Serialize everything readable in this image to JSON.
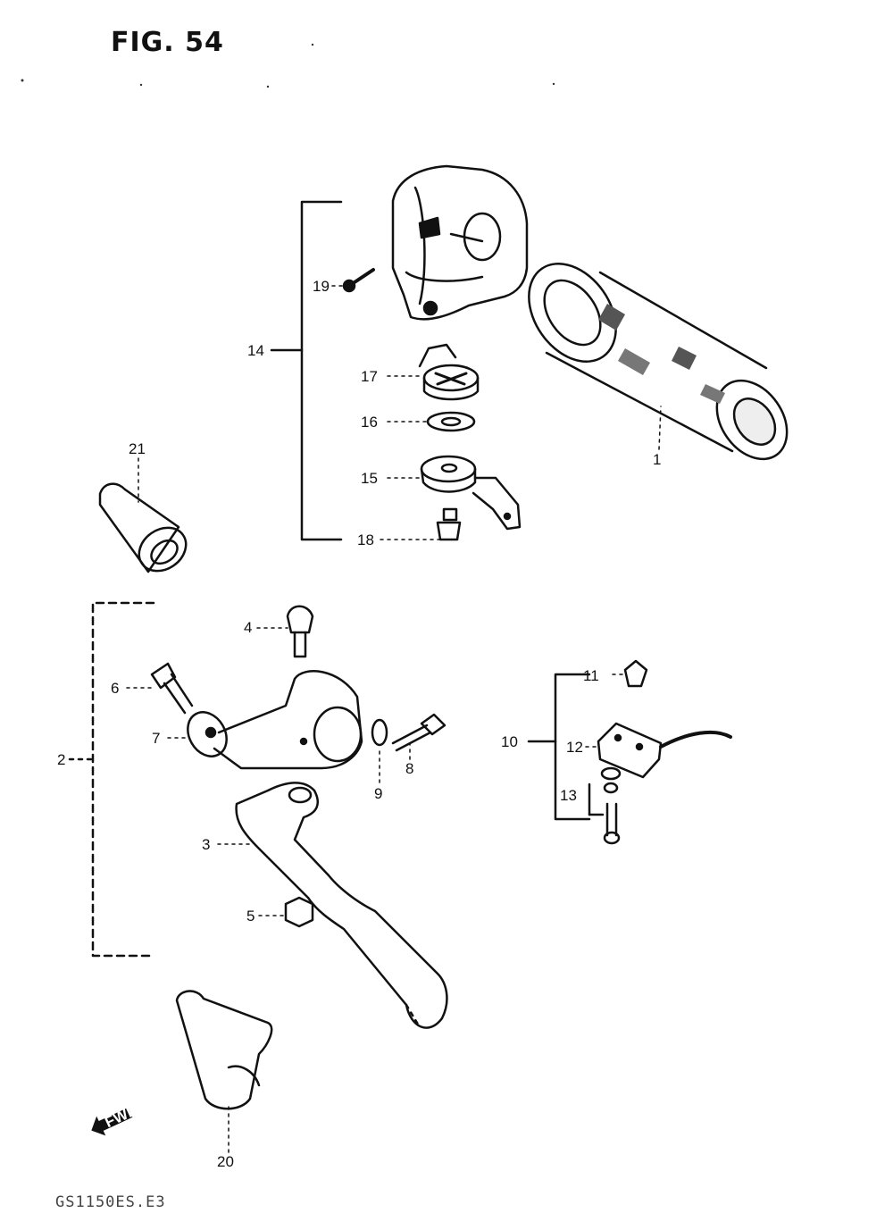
{
  "figure": {
    "title": "FIG. 54",
    "footer_code": "GS1150ES.E3"
  },
  "callouts": {
    "c1": "1",
    "c2": "2",
    "c3": "3",
    "c4": "4",
    "c5": "5",
    "c6": "6",
    "c7": "7",
    "c8": "8",
    "c9": "9",
    "c10": "10",
    "c11": "11",
    "c12": "12",
    "c13": "13",
    "c14": "14",
    "c15": "15",
    "c16": "16",
    "c17": "17",
    "c18": "18",
    "c19": "19",
    "c20": "20",
    "c21": "21"
  },
  "fwd_label": "FWD"
}
